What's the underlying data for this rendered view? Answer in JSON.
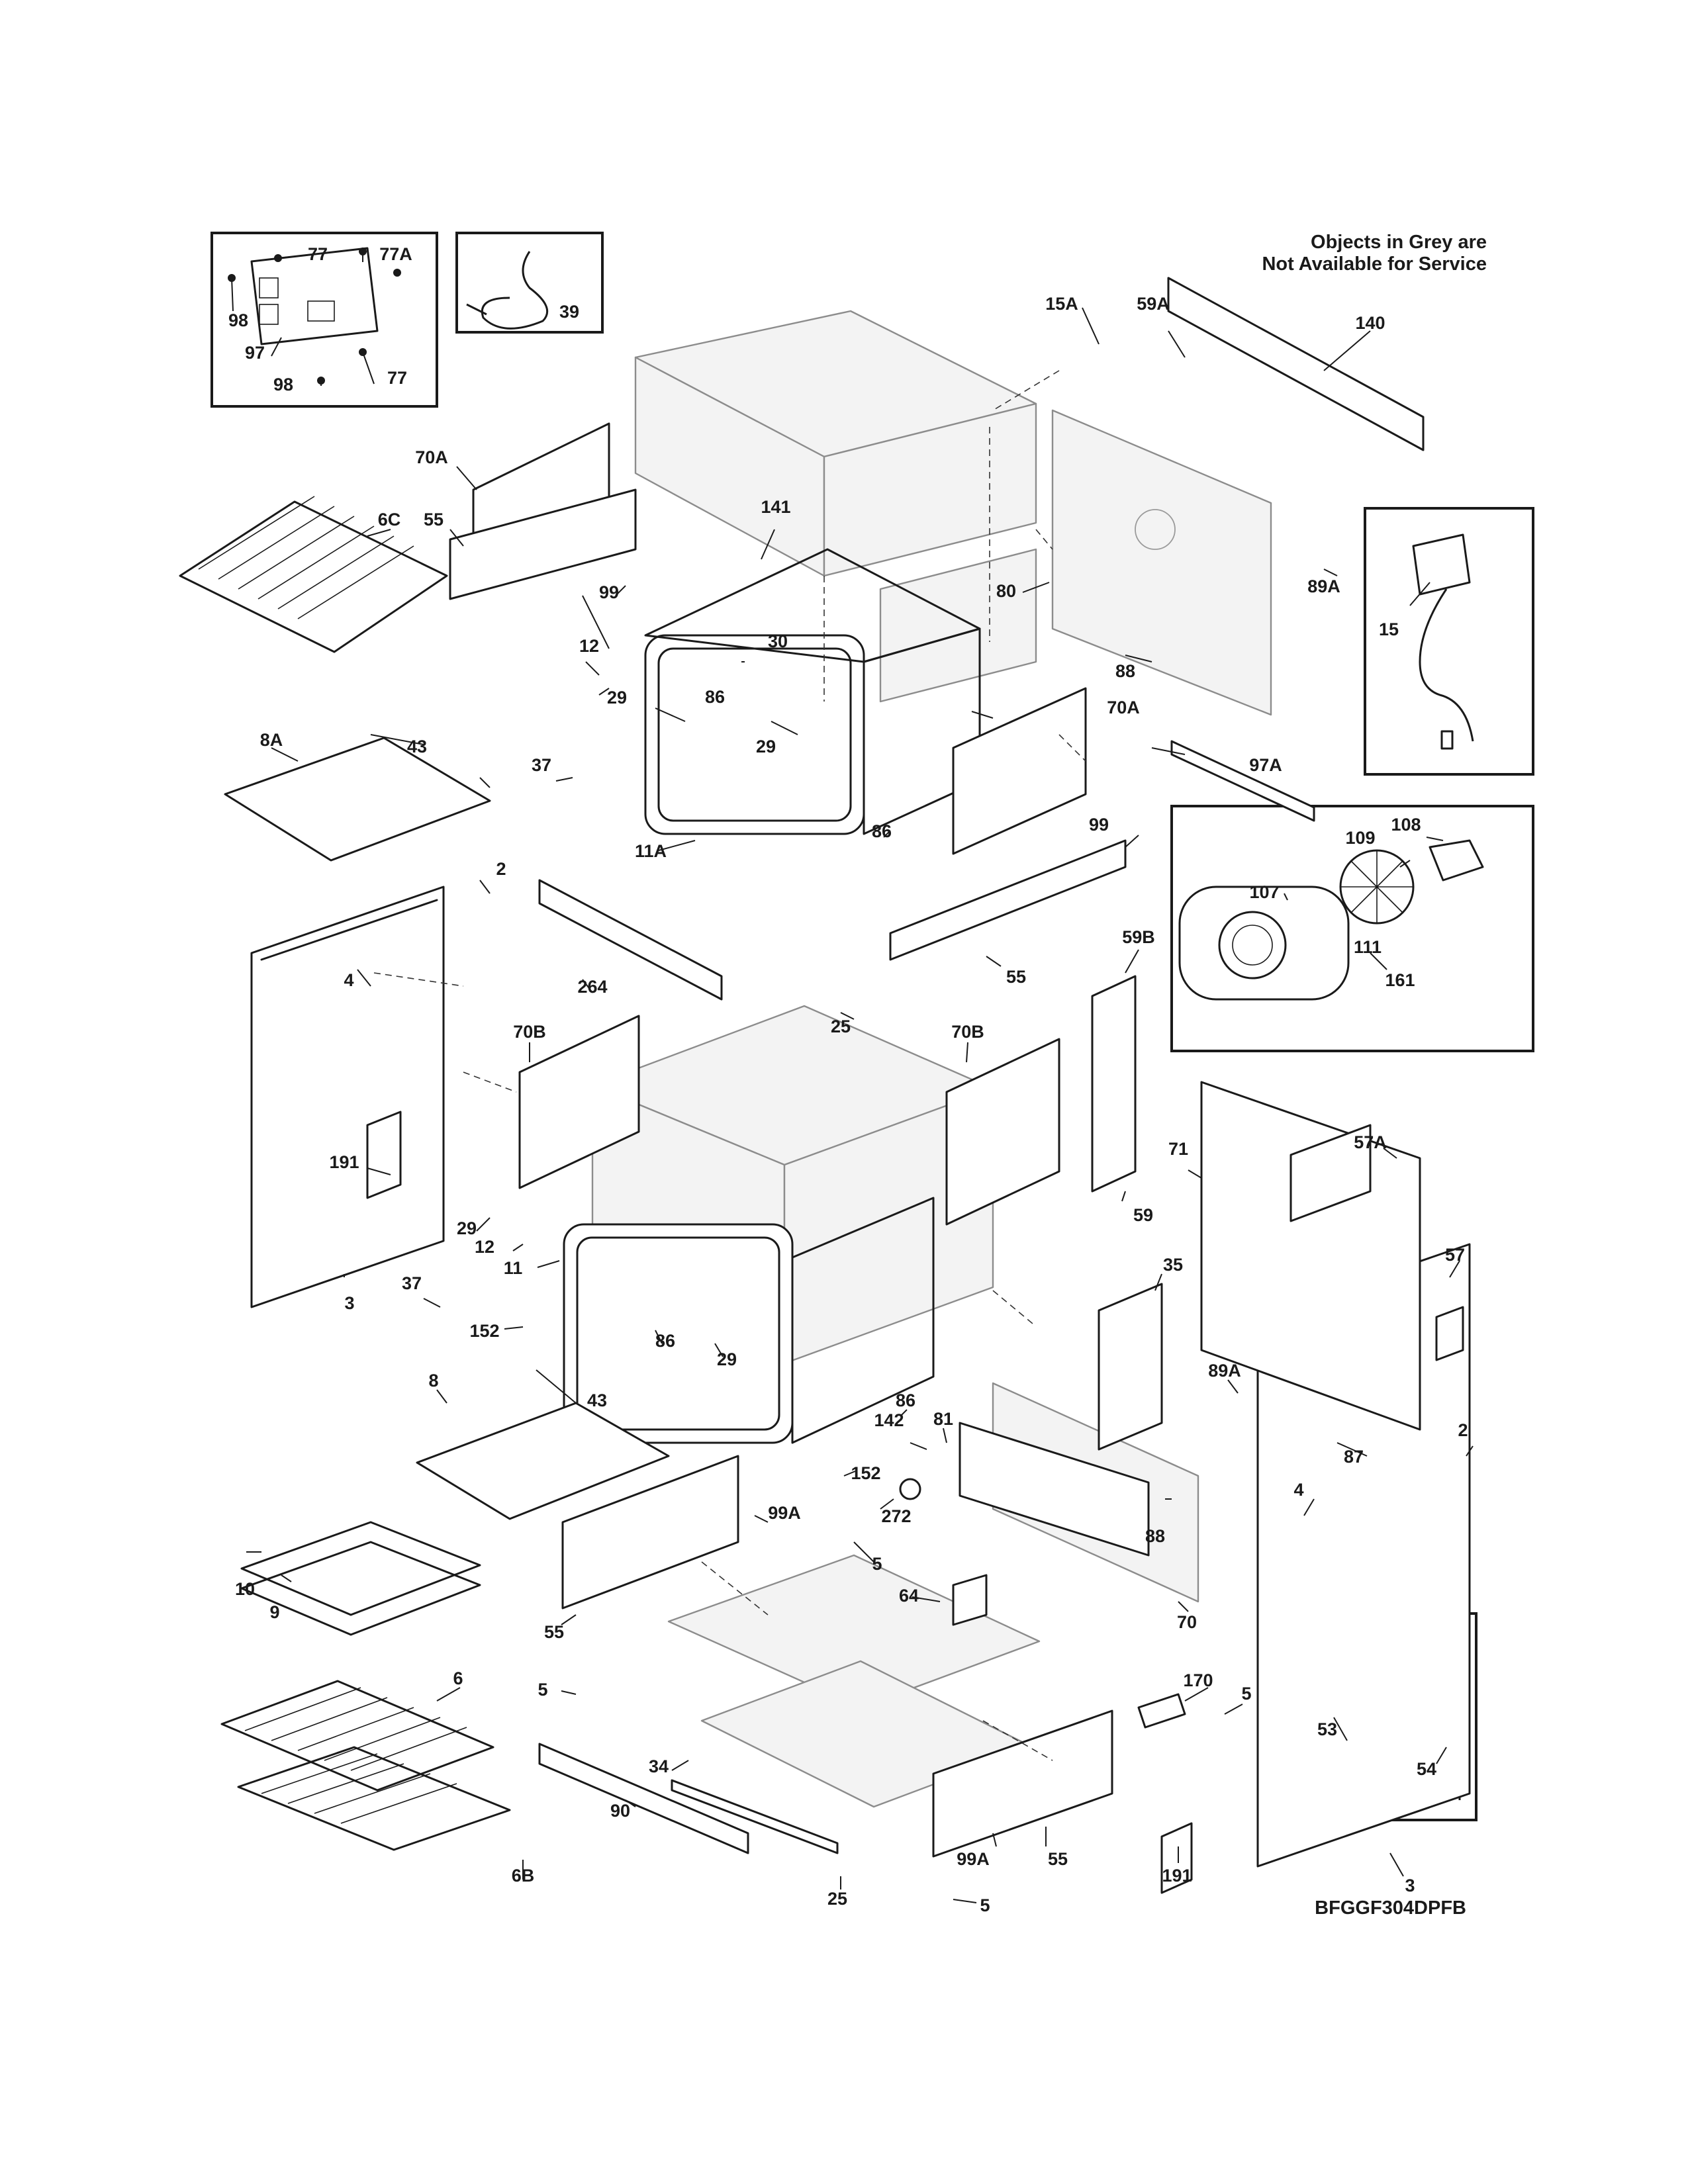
{
  "note_lines": [
    "Objects in Grey are",
    "Not Available for Service"
  ],
  "diagram_code": "BFGGF304DPFB",
  "callouts": [
    {
      "id": "c77a",
      "text": "77"
    },
    {
      "id": "c77b",
      "text": "77A"
    },
    {
      "id": "c98a",
      "text": "98"
    },
    {
      "id": "c97",
      "text": "97"
    },
    {
      "id": "c98b",
      "text": "98"
    },
    {
      "id": "c77c",
      "text": "77"
    },
    {
      "id": "c39",
      "text": "39"
    },
    {
      "id": "c15A",
      "text": "15A"
    },
    {
      "id": "c59A",
      "text": "59A"
    },
    {
      "id": "c140",
      "text": "140"
    },
    {
      "id": "c70Aa",
      "text": "70A"
    },
    {
      "id": "c141",
      "text": "141"
    },
    {
      "id": "c6C",
      "text": "6C"
    },
    {
      "id": "c55a",
      "text": "55"
    },
    {
      "id": "c99a",
      "text": "99"
    },
    {
      "id": "c89Aa",
      "text": "89A"
    },
    {
      "id": "c80",
      "text": "80"
    },
    {
      "id": "c15",
      "text": "15"
    },
    {
      "id": "c12a",
      "text": "12"
    },
    {
      "id": "c30",
      "text": "30"
    },
    {
      "id": "c88a",
      "text": "88"
    },
    {
      "id": "c29a",
      "text": "29"
    },
    {
      "id": "c86a",
      "text": "86"
    },
    {
      "id": "c70Ab",
      "text": "70A"
    },
    {
      "id": "c8A",
      "text": "8A"
    },
    {
      "id": "c43a",
      "text": "43"
    },
    {
      "id": "c29b",
      "text": "29"
    },
    {
      "id": "c37a",
      "text": "37"
    },
    {
      "id": "c97A",
      "text": "97A"
    },
    {
      "id": "c11A",
      "text": "11A"
    },
    {
      "id": "c86b",
      "text": "86"
    },
    {
      "id": "c99b",
      "text": "99"
    },
    {
      "id": "c108",
      "text": "108"
    },
    {
      "id": "c109",
      "text": "109"
    },
    {
      "id": "c2a",
      "text": "2"
    },
    {
      "id": "c107",
      "text": "107"
    },
    {
      "id": "c111",
      "text": "111"
    },
    {
      "id": "c4a",
      "text": "4"
    },
    {
      "id": "c264",
      "text": "264"
    },
    {
      "id": "c55b",
      "text": "55"
    },
    {
      "id": "c161",
      "text": "161"
    },
    {
      "id": "c59B",
      "text": "59B"
    },
    {
      "id": "c25a",
      "text": "25"
    },
    {
      "id": "c70Ba",
      "text": "70B"
    },
    {
      "id": "c70Bb",
      "text": "70B"
    },
    {
      "id": "c71",
      "text": "71"
    },
    {
      "id": "c57A",
      "text": "57A"
    },
    {
      "id": "c191a",
      "text": "191"
    },
    {
      "id": "c29c",
      "text": "29"
    },
    {
      "id": "c12b",
      "text": "12"
    },
    {
      "id": "c59",
      "text": "59"
    },
    {
      "id": "c11",
      "text": "11"
    },
    {
      "id": "c57",
      "text": "57"
    },
    {
      "id": "c3a",
      "text": "3"
    },
    {
      "id": "c37b",
      "text": "37"
    },
    {
      "id": "c35",
      "text": "35"
    },
    {
      "id": "c152a",
      "text": "152"
    },
    {
      "id": "c86c",
      "text": "86"
    },
    {
      "id": "c29d",
      "text": "29"
    },
    {
      "id": "c89Ab",
      "text": "89A"
    },
    {
      "id": "c43b",
      "text": "43"
    },
    {
      "id": "c86d",
      "text": "86"
    },
    {
      "id": "c142",
      "text": "142"
    },
    {
      "id": "c8",
      "text": "8"
    },
    {
      "id": "c81",
      "text": "81"
    },
    {
      "id": "c87",
      "text": "87"
    },
    {
      "id": "c2b",
      "text": "2"
    },
    {
      "id": "c152b",
      "text": "152"
    },
    {
      "id": "c272",
      "text": "272"
    },
    {
      "id": "c4b",
      "text": "4"
    },
    {
      "id": "c99Aa",
      "text": "99A"
    },
    {
      "id": "c88b",
      "text": "88"
    },
    {
      "id": "c5a",
      "text": "5"
    },
    {
      "id": "c10",
      "text": "10"
    },
    {
      "id": "c9",
      "text": "9"
    },
    {
      "id": "c64",
      "text": "64"
    },
    {
      "id": "c70",
      "text": "70"
    },
    {
      "id": "c55c",
      "text": "55"
    },
    {
      "id": "c170",
      "text": "170"
    },
    {
      "id": "c5b",
      "text": "5"
    },
    {
      "id": "c5c",
      "text": "5"
    },
    {
      "id": "c6",
      "text": "6"
    },
    {
      "id": "c53",
      "text": "53"
    },
    {
      "id": "c34",
      "text": "34"
    },
    {
      "id": "c54",
      "text": "54"
    },
    {
      "id": "c90",
      "text": "90"
    },
    {
      "id": "c99Ab",
      "text": "99A"
    },
    {
      "id": "c55d",
      "text": "55"
    },
    {
      "id": "c191b",
      "text": "191"
    },
    {
      "id": "c6B",
      "text": "6B"
    },
    {
      "id": "c25b",
      "text": "25"
    },
    {
      "id": "c3b",
      "text": "3"
    },
    {
      "id": "c5d",
      "text": "5"
    }
  ]
}
